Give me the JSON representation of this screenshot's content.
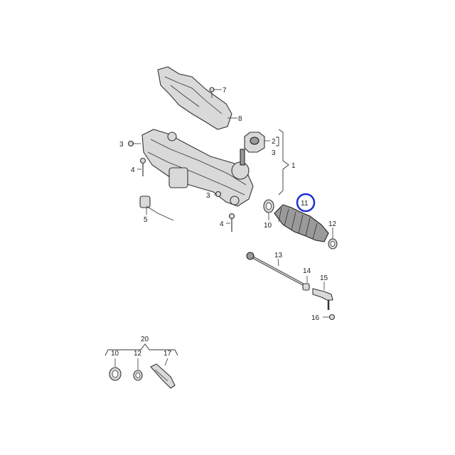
{
  "diagram": {
    "callouts": {
      "c1": "1",
      "c2": "2",
      "c3a": "3",
      "c3b": "3",
      "c3c": "3",
      "c4a": "4",
      "c4b": "4",
      "c5": "5",
      "c7": "7",
      "c8": "8",
      "c10a": "10",
      "c10b": "10",
      "c11": "11",
      "c12a": "12",
      "c12b": "12",
      "c13": "13",
      "c14": "14",
      "c15": "15",
      "c16": "16",
      "c17": "17",
      "c20": "20"
    },
    "highlight_color": "#1a2fd6"
  }
}
